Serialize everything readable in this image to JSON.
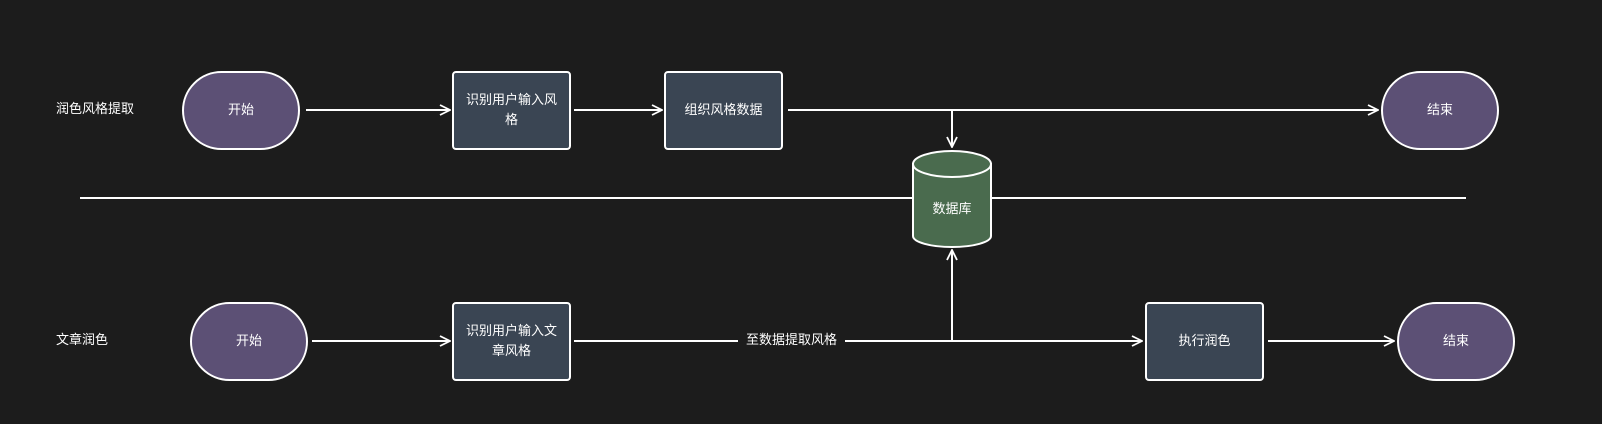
{
  "lanes": {
    "top_label": "润色风格提取",
    "bottom_label": "文章润色"
  },
  "top_flow": {
    "start": "开始",
    "step1": "识别用户输入风格",
    "step2": "组织风格数据",
    "end": "结束"
  },
  "bottom_flow": {
    "start": "开始",
    "step1": "识别用户输入文章风格",
    "edge_label": "至数据提取风格",
    "step2": "执行润色",
    "end": "结束"
  },
  "database": {
    "label": "数据库"
  },
  "colors": {
    "background": "#1c1c1c",
    "terminal_fill": "#5c5075",
    "process_fill": "#3a4553",
    "database_fill": "#4a6b4e",
    "stroke": "#ffffff"
  }
}
